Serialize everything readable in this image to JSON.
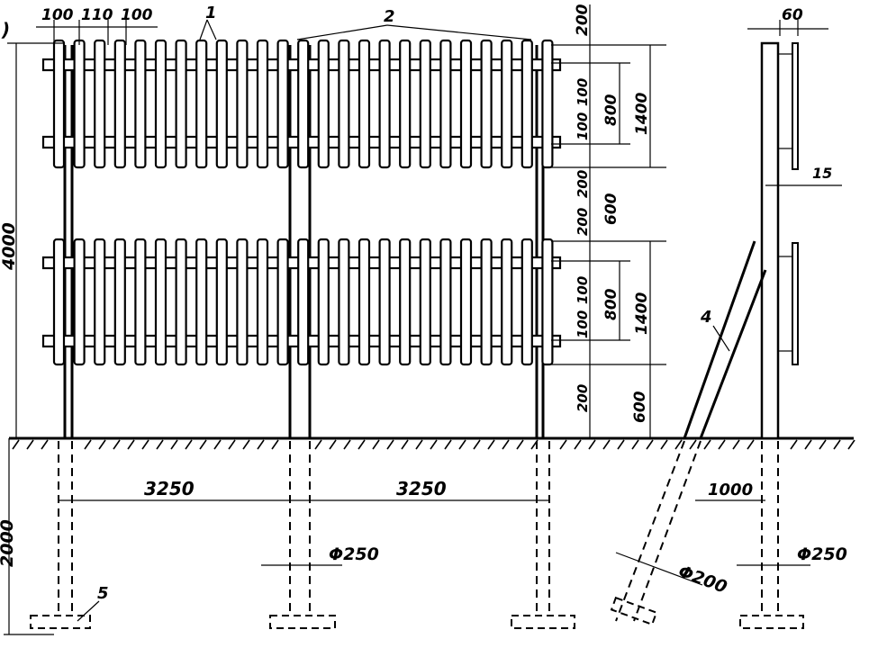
{
  "drawing": {
    "corner_mark": ")",
    "callouts": {
      "picket": "1",
      "post": "2",
      "brace": "4",
      "footing": "5"
    },
    "top_dims": {
      "picket_w1": "100",
      "gap": "110",
      "picket_w2": "100"
    },
    "heights": {
      "total": "4000",
      "underground": "2000",
      "top_clear": "200",
      "rail_off_a": "100",
      "rail_off_b": "100",
      "rail_span": "800",
      "section": "1400",
      "gap_a": "200",
      "gap_b": "200",
      "between": "600",
      "lower_a": "200",
      "lower_rail_a": "100",
      "lower_rail_b": "100",
      "lower_span": "800",
      "lower_section": "1400",
      "bottom_clear": "200",
      "bottom_gap": "600"
    },
    "spans": {
      "span_left": "3250",
      "span_right": "3250"
    },
    "diameters": {
      "post_mid": "Φ250",
      "post_side": "Φ250",
      "brace": "Φ200"
    },
    "side": {
      "board": "60",
      "offset": "15",
      "brace_base": "1000"
    }
  }
}
